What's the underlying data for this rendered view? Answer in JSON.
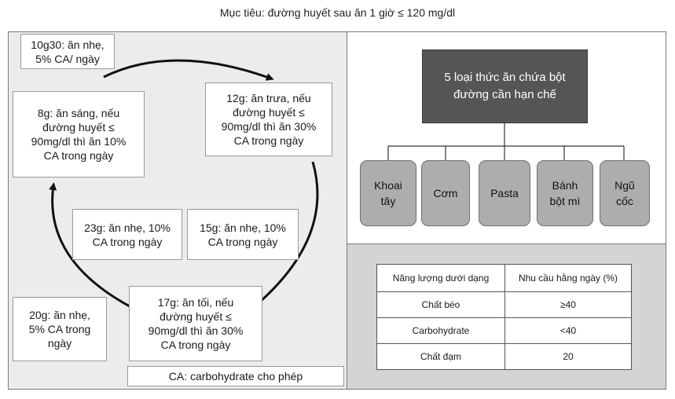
{
  "title": "Mục tiêu: đường huyết sau ăn 1 giờ ≤ 120 mg/dl",
  "cycle": {
    "b1030": [
      "10g30: ăn nhẹ,",
      "5% CA/ ngày"
    ],
    "b12": [
      "12g: ăn trưa, nếu",
      "đường huyết ≤",
      "90mg/dl thì ăn 30%",
      "CA trong ngày"
    ],
    "b8": [
      "8g: ăn sáng, nếu",
      "đường huyết ≤",
      "90mg/dl thì ăn 10%",
      "CA trong ngày"
    ],
    "b23": [
      "23g: ăn nhẹ, 10%",
      "CA trong ngày"
    ],
    "b15": [
      "15g: ăn nhẹ, 10%",
      "CA trong ngày"
    ],
    "b20": [
      "20g: ăn nhẹ,",
      "5% CA trong",
      "ngày"
    ],
    "b17": [
      "17g: ăn tối, nếu",
      "đường huyết ≤",
      "90mg/dl thì ăn 30%",
      "CA trong ngày"
    ],
    "note": "CA: carbohydrate cho phép"
  },
  "tree": {
    "root": [
      "5 loại thức ăn chứa bột",
      "đường cần hạn chế"
    ],
    "foods": [
      [
        "Khoai",
        "tây"
      ],
      [
        "Cơm"
      ],
      [
        "Pasta"
      ],
      [
        "Bánh",
        "bột mì"
      ],
      [
        "Ngũ",
        "cốc"
      ]
    ]
  },
  "table": {
    "headers": [
      "Năng lượng dưới dạng",
      "Nhu cầu hằng ngày (%)"
    ],
    "rows": [
      [
        "Chất béo",
        "≥40"
      ],
      [
        "Carbohydrate",
        "<40"
      ],
      [
        "Chất đạm",
        "20"
      ]
    ]
  },
  "colors": {
    "left_panel_bg": "#ececec",
    "root_box_bg": "#555555",
    "food_box_bg": "#adadad",
    "table_panel_bg": "#d4d4d4"
  }
}
